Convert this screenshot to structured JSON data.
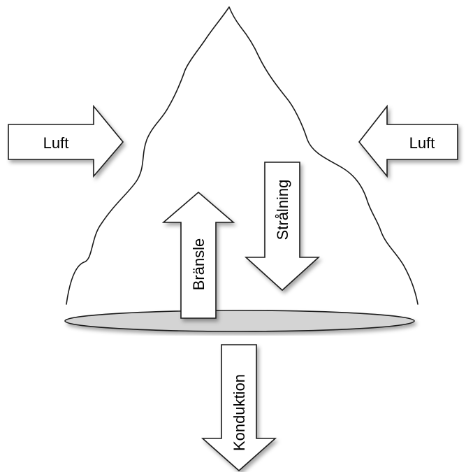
{
  "labels": {
    "air_left": "Luft",
    "air_right": "Luft",
    "fuel": "Bränsle",
    "radiation": "Strålning",
    "conduction": "Konduktion"
  }
}
